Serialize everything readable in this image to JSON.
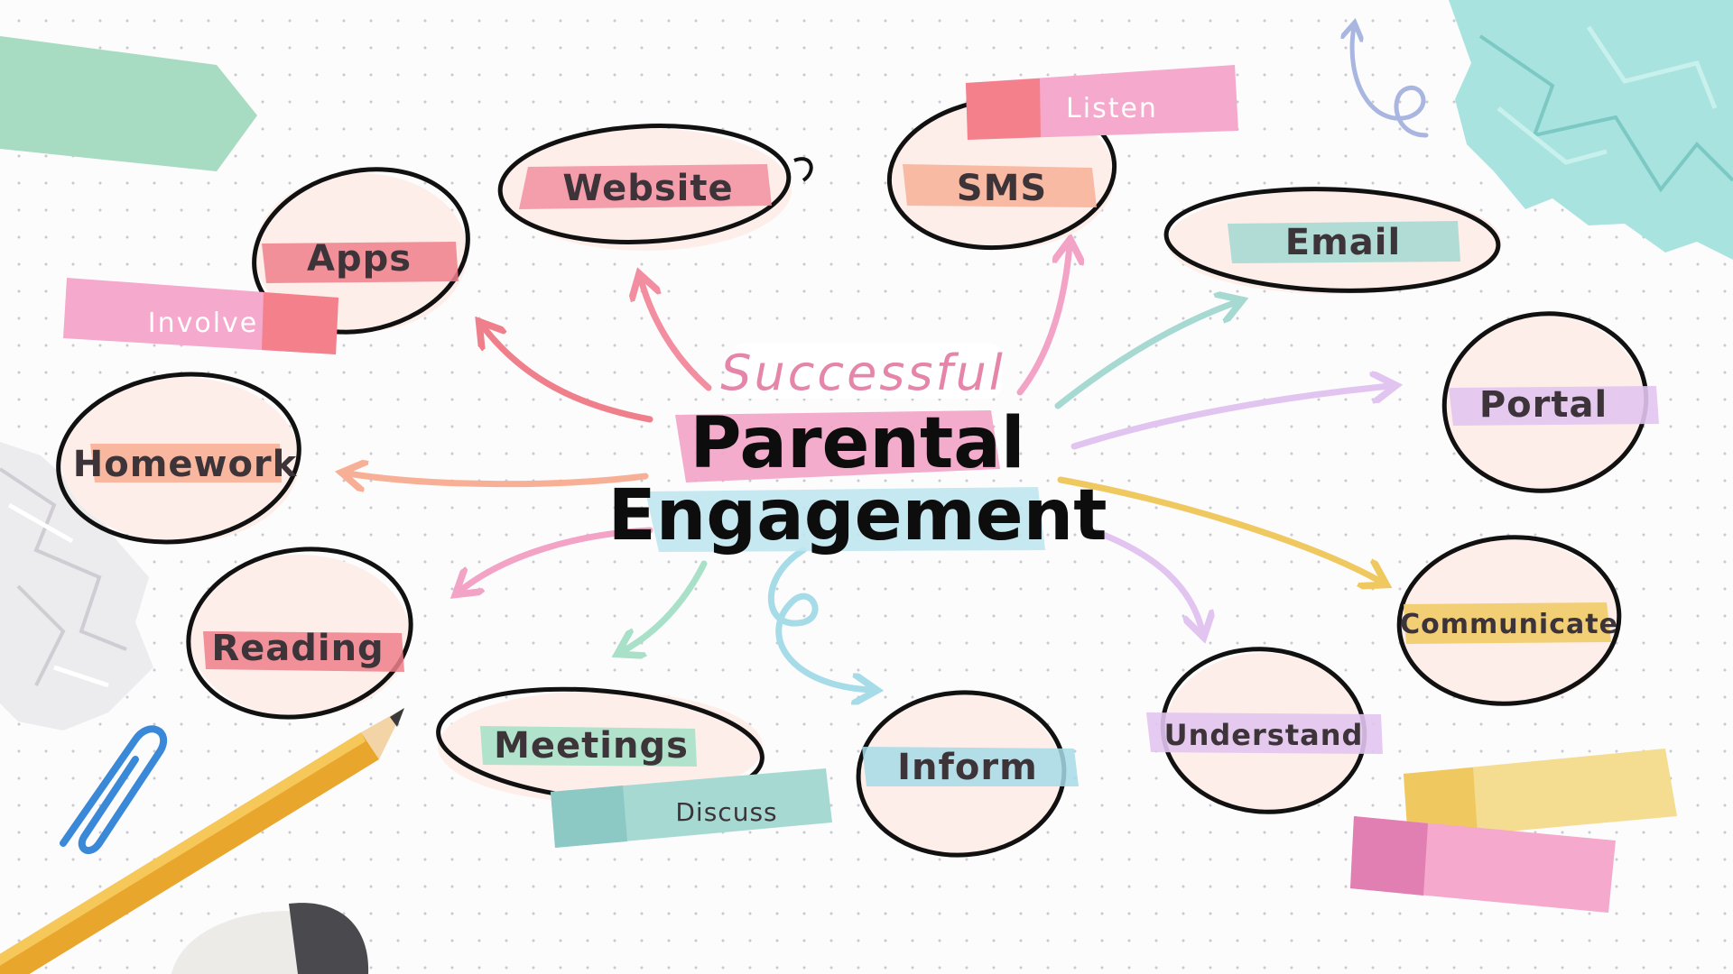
{
  "diagram": {
    "subtitle": "Successful",
    "title_line1": "Parental",
    "title_line2": "Engagement",
    "nodes": {
      "website": "Website",
      "sms": "SMS",
      "email": "Email",
      "portal": "Portal",
      "communicate": "Communicate",
      "understand": "Understand",
      "inform": "Inform",
      "meetings": "Meetings",
      "reading": "Reading",
      "homework": "Homework",
      "apps": "Apps"
    },
    "tags": {
      "listen": "Listen",
      "involve": "Involve",
      "discuss": "Discuss"
    }
  },
  "colors": {
    "bubble_fill": "#fdeee9",
    "outline": "#111111",
    "pink": "#f28ea0",
    "salmon": "#f7a98f",
    "teal": "#a7d9d3",
    "lilac": "#e2c4f0",
    "gold": "#f0c860",
    "mint": "#a8e0c8",
    "sky": "#a6dbe8",
    "rose": "#ef7f8b"
  }
}
